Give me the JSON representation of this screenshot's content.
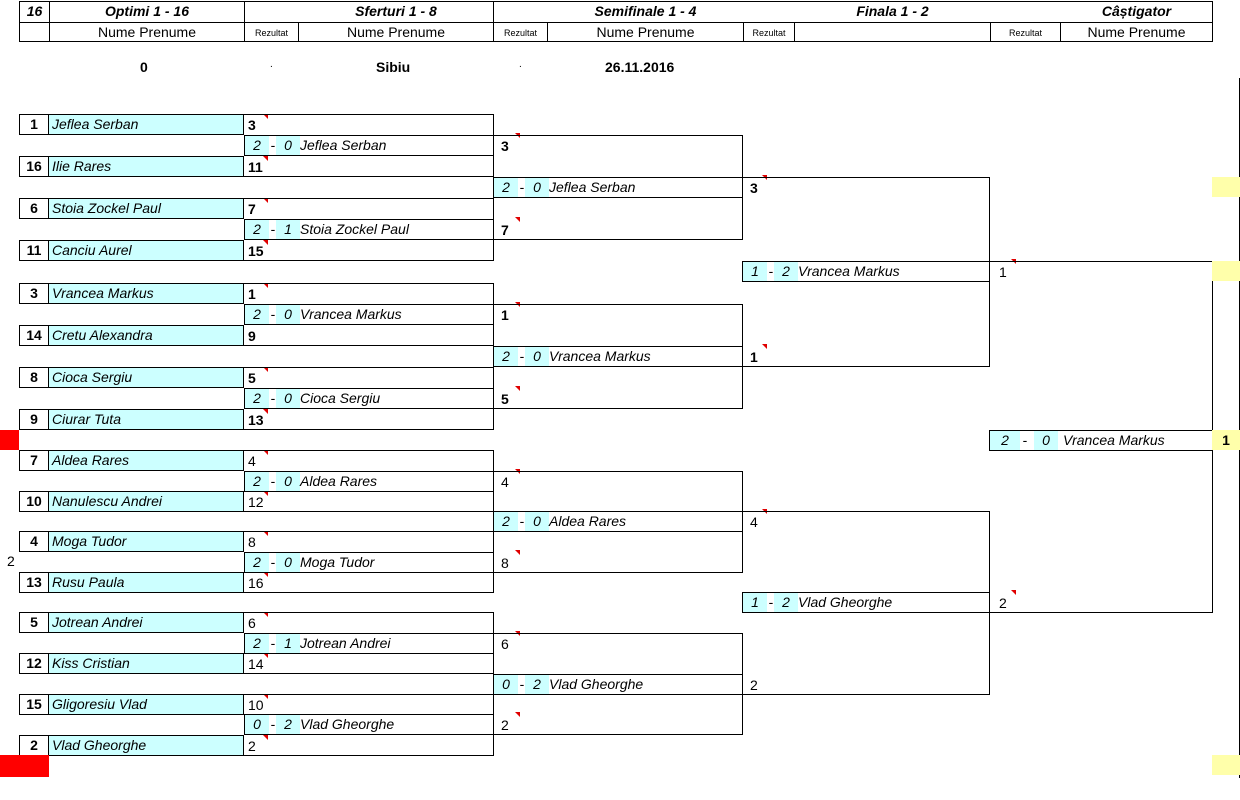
{
  "header": {
    "count": "16",
    "r16_title": "Optimi 1 - 16",
    "qf_title": "Sferturi 1 - 8",
    "sf_title": "Semifinale 1 - 4",
    "final_title": "Finala 1 - 2",
    "winner_title": "Câștigator",
    "name_label": "Nume Prenume",
    "result_label": "Rezultat"
  },
  "info": {
    "value": "0",
    "dot1": ".",
    "city": "Sibiu",
    "dot2": ".",
    "date": "26.11.2016"
  },
  "players": [
    {
      "seed": "1",
      "name": "Jeflea Serban",
      "score": "3",
      "bold": true
    },
    {
      "seed": "16",
      "name": "Ilie Rares",
      "score": "11",
      "bold": true
    },
    {
      "seed": "6",
      "name": "Stoia Zockel Paul",
      "score": "7",
      "bold": true
    },
    {
      "seed": "11",
      "name": "Canciu Aurel",
      "score": "15",
      "bold": true
    },
    {
      "seed": "3",
      "name": "Vrancea Markus",
      "score": "1",
      "bold": true
    },
    {
      "seed": "14",
      "name": "Cretu Alexandra",
      "score": "9",
      "bold": true
    },
    {
      "seed": "8",
      "name": "Cioca Sergiu",
      "score": "5",
      "bold": true
    },
    {
      "seed": "9",
      "name": "Ciurar Tuta",
      "score": "13",
      "bold": true
    },
    {
      "seed": "7",
      "name": "Aldea Rares",
      "score": "4",
      "bold": false
    },
    {
      "seed": "10",
      "name": "Nanulescu Andrei",
      "score": "12",
      "bold": false
    },
    {
      "seed": "4",
      "name": "Moga Tudor",
      "score": "8",
      "bold": false
    },
    {
      "seed": "13",
      "name": "Rusu Paula",
      "score": "16",
      "bold": false
    },
    {
      "seed": "5",
      "name": "Jotrean Andrei",
      "score": "6",
      "bold": false
    },
    {
      "seed": "12",
      "name": "Kiss Cristian",
      "score": "14",
      "bold": false
    },
    {
      "seed": "15",
      "name": "Gligoresiu Vlad",
      "score": "10",
      "bold": false
    },
    {
      "seed": "2",
      "name": "Vlad Gheorghe",
      "score": "2",
      "bold": false
    }
  ],
  "quarterfinals": [
    {
      "a": "2",
      "b": "0",
      "name": "Jeflea Serban",
      "score": "3",
      "bold": true
    },
    {
      "a": "2",
      "b": "1",
      "name": "Stoia Zockel Paul",
      "score": "7",
      "bold": true
    },
    {
      "a": "2",
      "b": "0",
      "name": "Vrancea Markus",
      "score": "1",
      "bold": true
    },
    {
      "a": "2",
      "b": "0",
      "name": "Cioca Sergiu",
      "score": "5",
      "bold": true
    },
    {
      "a": "2",
      "b": "0",
      "name": "Aldea Rares",
      "score": "4",
      "bold": false
    },
    {
      "a": "2",
      "b": "0",
      "name": "Moga Tudor",
      "score": "8",
      "bold": false
    },
    {
      "a": "2",
      "b": "1",
      "name": "Jotrean Andrei",
      "score": "6",
      "bold": false
    },
    {
      "a": "0",
      "b": "2",
      "name": "Vlad Gheorghe",
      "score": "2",
      "bold": false
    }
  ],
  "semifinals": [
    {
      "a": "2",
      "b": "0",
      "name": "Jeflea Serban",
      "score": "3",
      "bold": true
    },
    {
      "a": "2",
      "b": "0",
      "name": "Vrancea Markus",
      "score": "1",
      "bold": true
    },
    {
      "a": "2",
      "b": "0",
      "name": "Aldea Rares",
      "score": "4",
      "bold": false
    },
    {
      "a": "0",
      "b": "2",
      "name": "Vlad Gheorghe",
      "score": "2",
      "bold": false
    }
  ],
  "finals": [
    {
      "a": "1",
      "b": "2",
      "name": "Vrancea Markus",
      "score": "1",
      "bold": false
    },
    {
      "a": "1",
      "b": "2",
      "name": "Vlad Gheorghe",
      "score": "2",
      "bold": false
    }
  ],
  "champion": {
    "a": "2",
    "b": "0",
    "name": "Vrancea Markus",
    "score": "1"
  },
  "side_number": "2",
  "colors": {
    "name_fill": "#ccffff",
    "winner_fill": "#ffffaa",
    "marker_red": "#ff0000",
    "comment_tri": "#e00000"
  }
}
